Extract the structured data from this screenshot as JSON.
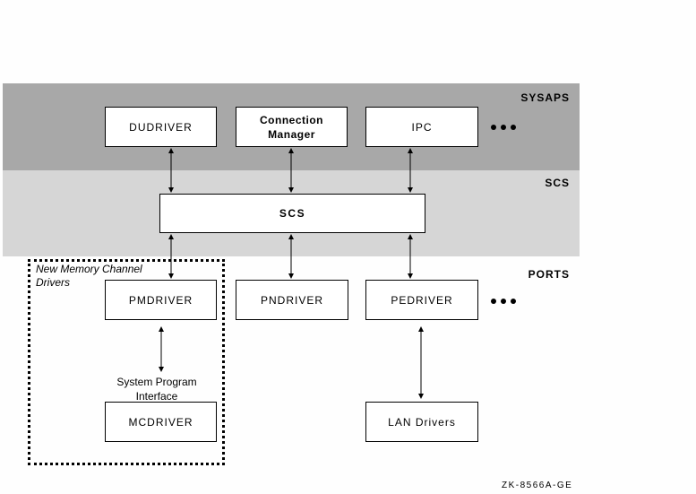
{
  "layers": {
    "sysaps": "SYSAPS",
    "scs": "SCS",
    "ports": "PORTS"
  },
  "colors": {
    "sysaps_band": "#a8a8a8",
    "scs_band": "#d6d6d6",
    "background": "#fefefe",
    "box_fill": "#ffffff",
    "stroke": "#000000"
  },
  "sysaps_boxes": [
    {
      "label": "DUDRIVER"
    },
    {
      "label": "Connection Manager"
    },
    {
      "label": "IPC"
    }
  ],
  "scs_box": {
    "label": "SCS"
  },
  "port_boxes": [
    {
      "label": "PMDRIVER"
    },
    {
      "label": "PNDRIVER"
    },
    {
      "label": "PEDRIVER"
    }
  ],
  "lower_boxes": [
    {
      "label": "MCDRIVER"
    },
    {
      "label": "LAN Drivers"
    }
  ],
  "group": {
    "label_line1": "New Memory Channel",
    "label_line2": "Drivers"
  },
  "interface_label": {
    "line1": "System Program",
    "line2": "Interface"
  },
  "ellipsis_icon": "more-dots-icon",
  "figure_id": "ZK-8566A-GE",
  "connections": [
    {
      "from": "DUDRIVER",
      "to": "SCS",
      "type": "bidirectional"
    },
    {
      "from": "Connection Manager",
      "to": "SCS",
      "type": "bidirectional"
    },
    {
      "from": "IPC",
      "to": "SCS",
      "type": "bidirectional"
    },
    {
      "from": "SCS",
      "to": "PMDRIVER",
      "type": "bidirectional"
    },
    {
      "from": "SCS",
      "to": "PNDRIVER",
      "type": "bidirectional"
    },
    {
      "from": "SCS",
      "to": "PEDRIVER",
      "type": "bidirectional"
    },
    {
      "from": "PMDRIVER",
      "to": "MCDRIVER",
      "type": "bidirectional"
    },
    {
      "from": "PEDRIVER",
      "to": "LAN Drivers",
      "type": "bidirectional"
    }
  ]
}
